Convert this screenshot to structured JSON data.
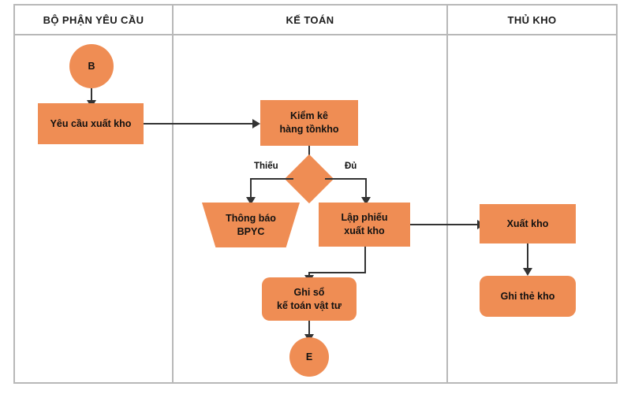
{
  "diagram": {
    "title": "Quy trinh xuat kho",
    "accent_color": "#ef8d54",
    "line_color": "#333333",
    "border_color": "#b8b8b8",
    "background": "#ffffff"
  },
  "lanes": [
    {
      "id": "lane-bo-phan-yeu-cau",
      "label": "BỘ PHẬN YÊU CẦU"
    },
    {
      "id": "lane-ke-toan",
      "label": "KẾ TOÁN"
    },
    {
      "id": "lane-thu-kho",
      "label": "THỦ KHO"
    }
  ],
  "nodes": [
    {
      "id": "start-b",
      "label": "B",
      "shape": "circle",
      "lane": 0
    },
    {
      "id": "yeu-cau-xuat-kho",
      "label": "Yêu cầu xuất kho",
      "shape": "rect",
      "lane": 0
    },
    {
      "id": "kiem-ke",
      "label": "Kiểm kê\nhàng tồnkho",
      "shape": "rect",
      "lane": 1
    },
    {
      "id": "decision",
      "label": "",
      "shape": "diamond",
      "lane": 1
    },
    {
      "id": "thong-bao-bpyc",
      "label": "Thông báo\nBPYC",
      "shape": "trapezoid",
      "lane": 1
    },
    {
      "id": "lap-phieu",
      "label": "Lập phiếu\nxuất kho",
      "shape": "rect",
      "lane": 1
    },
    {
      "id": "ghi-so",
      "label": "Ghi sổ\nkế toán vật tư",
      "shape": "rounded",
      "lane": 1
    },
    {
      "id": "end-e",
      "label": "E",
      "shape": "circle",
      "lane": 1
    },
    {
      "id": "xuat-kho",
      "label": "Xuất kho",
      "shape": "rect",
      "lane": 2
    },
    {
      "id": "ghi-the-kho",
      "label": "Ghi thẻ kho",
      "shape": "rounded",
      "lane": 2
    }
  ],
  "edge_labels": [
    {
      "id": "label-thieu",
      "label": "Thiếu"
    },
    {
      "id": "label-du",
      "label": "Đủ"
    }
  ]
}
